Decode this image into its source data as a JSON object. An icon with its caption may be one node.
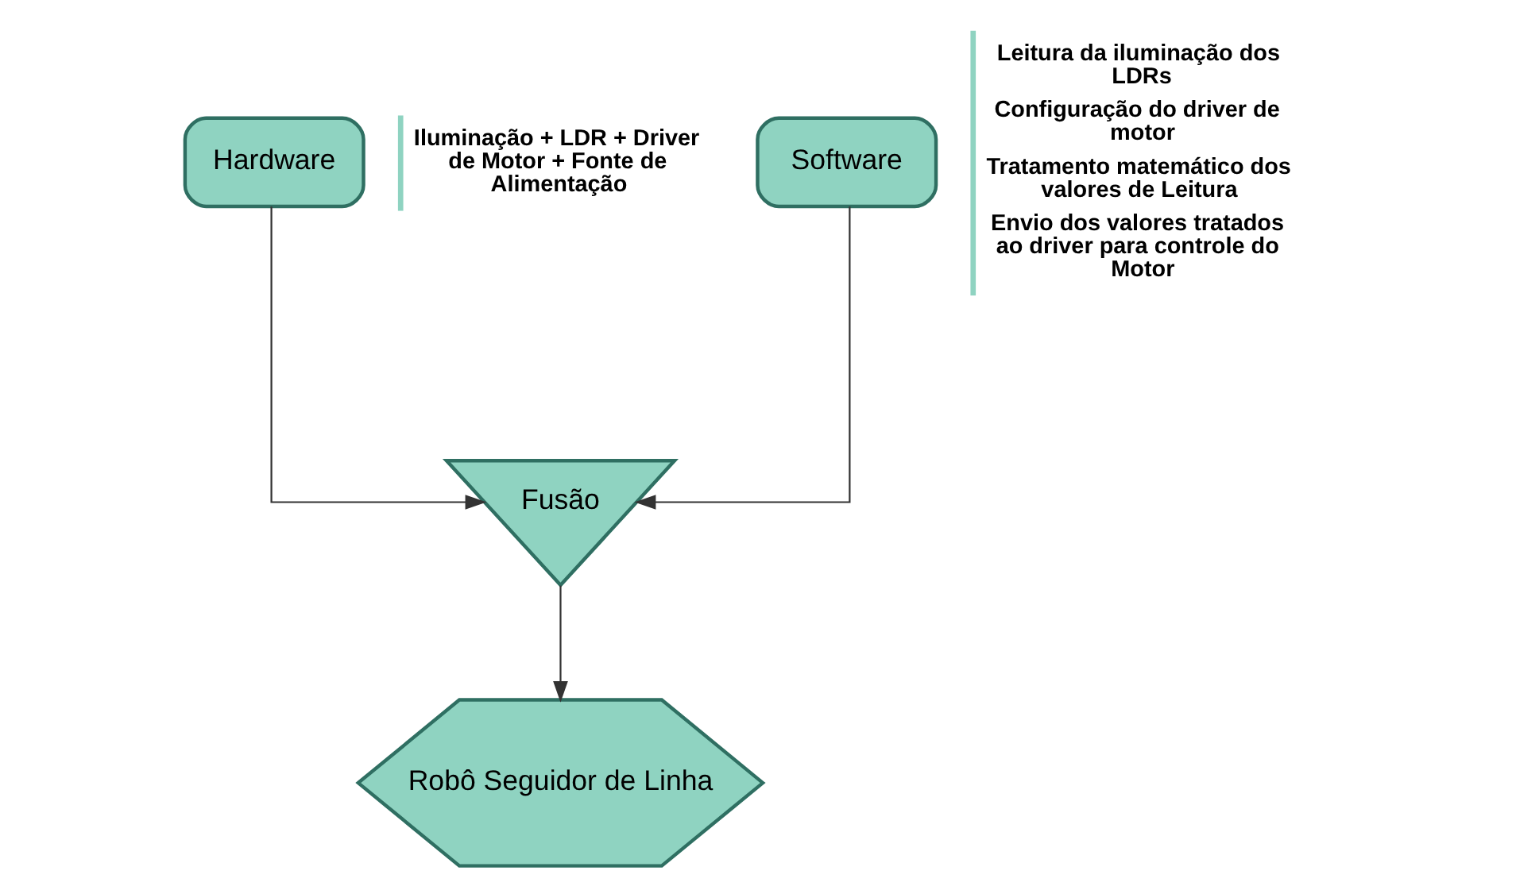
{
  "diagram": {
    "nodes": [
      {
        "text": [
          "Hardware"
        ],
        "beside": [
          "Iluminação + LDR + Driver de Motor + Fonte de Alimentação"
        ]
      },
      {
        "text": [
          "Software"
        ],
        "beside": [
          "Leitura da iluminação dos LDRs",
          "Configuração do driver de motor",
          "Tratamento matemático dos valores de Leitura",
          "Envio dos valores tratados ao driver para controle do Motor"
        ]
      },
      {
        "text": [
          "Fusão"
        ]
      },
      {
        "text": [
          "Robô Seguidor de Linha"
        ]
      }
    ],
    "edges": [
      {
        "from": 0,
        "to": 2,
        "arrow": "to"
      },
      {
        "from": 1,
        "to": 2,
        "arrow": "to"
      },
      {
        "from": 2,
        "to": 3,
        "arrow": "to"
      }
    ]
  }
}
